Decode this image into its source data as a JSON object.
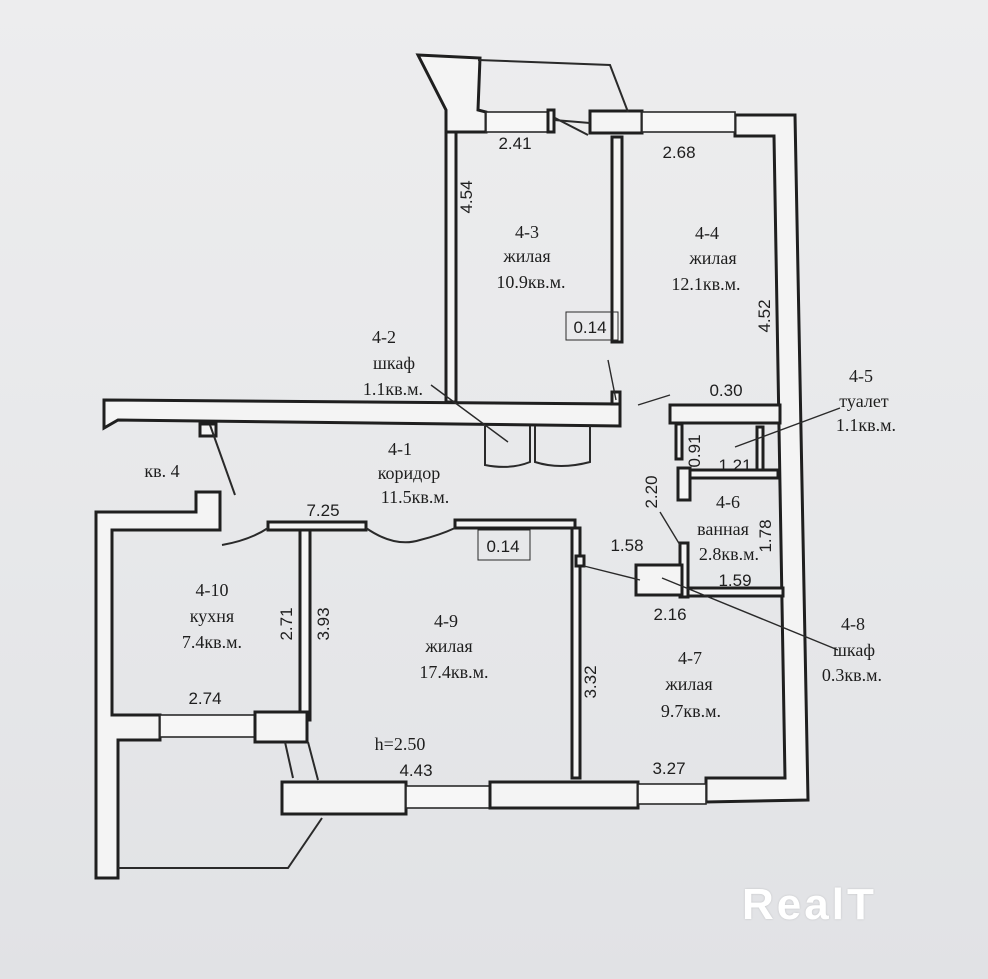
{
  "rooms": [
    {
      "id": "4-1",
      "name": "коридор",
      "area": "11.5кв.м."
    },
    {
      "id": "4-2",
      "name": "шкаф",
      "area": "1.1кв.м."
    },
    {
      "id": "4-3",
      "name": "жилая",
      "area": "10.9кв.м."
    },
    {
      "id": "4-4",
      "name": "жилая",
      "area": "12.1кв.м."
    },
    {
      "id": "4-5",
      "name": "туалет",
      "area": "1.1кв.м."
    },
    {
      "id": "4-6",
      "name": "ванная",
      "area": "2.8кв.м."
    },
    {
      "id": "4-7",
      "name": "жилая",
      "area": "9.7кв.м."
    },
    {
      "id": "4-8",
      "name": "шкаф",
      "area": "0.3кв.м."
    },
    {
      "id": "4-9",
      "name": "жилая",
      "area": "17.4кв.м."
    },
    {
      "id": "4-10",
      "name": "кухня",
      "area": "7.4кв.м."
    }
  ],
  "apartment_label": "кв. 4",
  "height": "h=2.50",
  "dimensions": {
    "d241": "2.41",
    "d268": "2.68",
    "d454": "4.54",
    "d452": "4.52",
    "d014a": "0.14",
    "d030": "0.30",
    "d091": "0.91",
    "d121": "1.21",
    "d220": "2.20",
    "d178": "1.78",
    "d158": "1.58",
    "d159": "1.59",
    "d216": "2.16",
    "d725": "7.25",
    "d014b": "0.14",
    "d271": "2.71",
    "d393": "3.93",
    "d274": "2.74",
    "d332": "3.32",
    "d443": "4.43",
    "d327": "3.27"
  },
  "watermark": "RealT"
}
